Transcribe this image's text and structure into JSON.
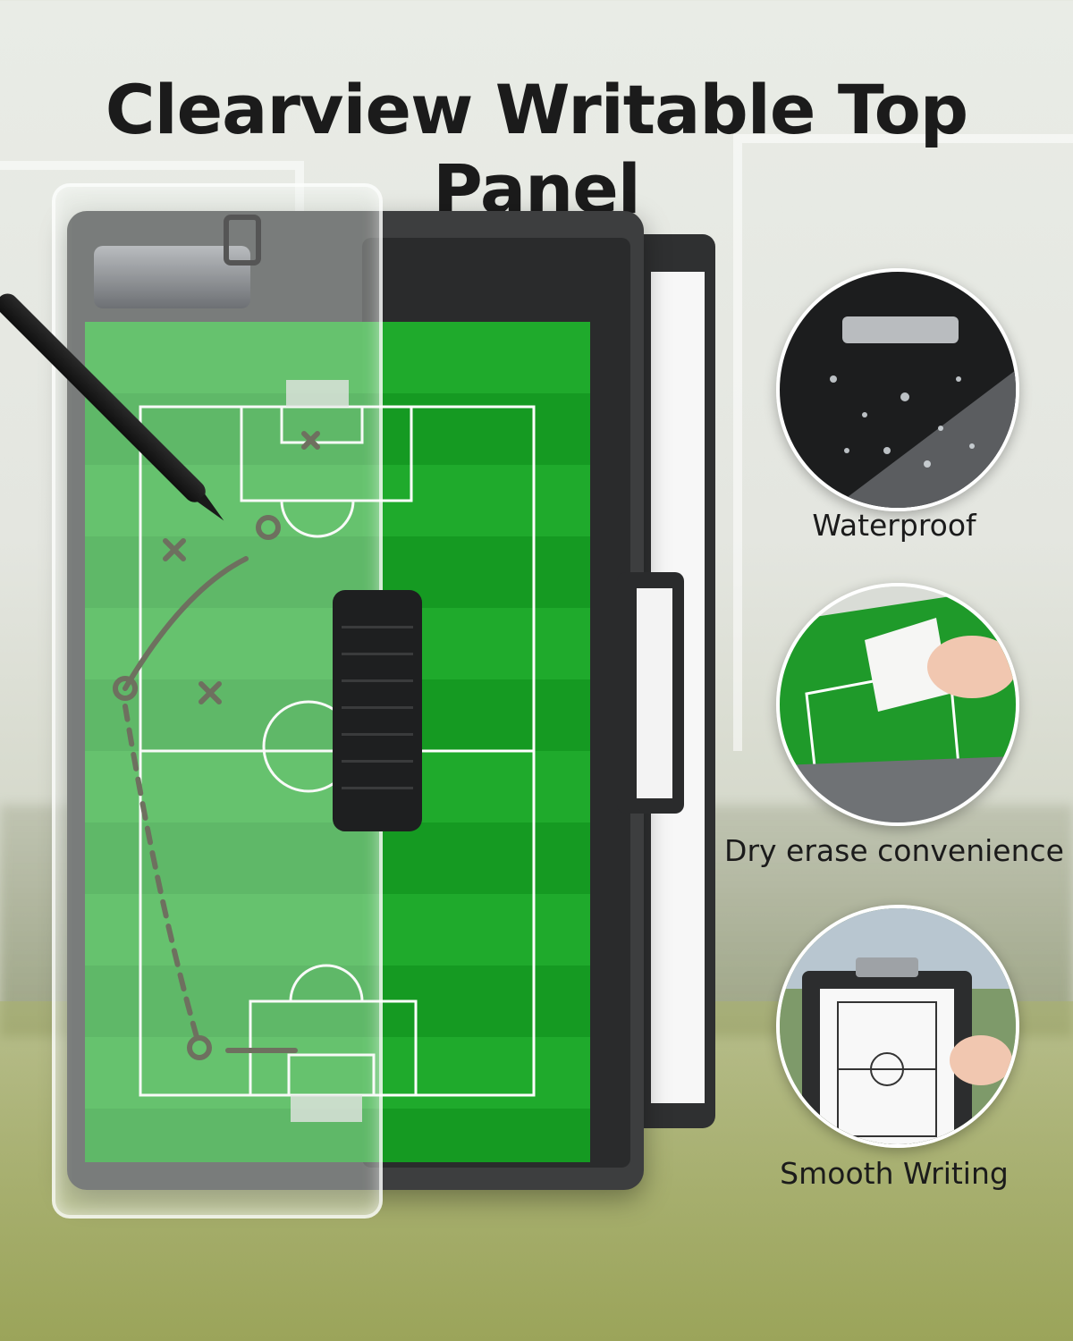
{
  "title": "Clearview Writable Top Panel",
  "features": [
    {
      "label": "Waterproof",
      "icon": "water-drops-icon"
    },
    {
      "label": "Dry erase convenience",
      "icon": "wipe-cloth-icon"
    },
    {
      "label": "Smooth Writing",
      "icon": "writing-hand-icon"
    }
  ],
  "colors": {
    "field_green": "#1faa2c",
    "board_dark": "#3d3e3f",
    "title_text": "#1b1b1b"
  }
}
